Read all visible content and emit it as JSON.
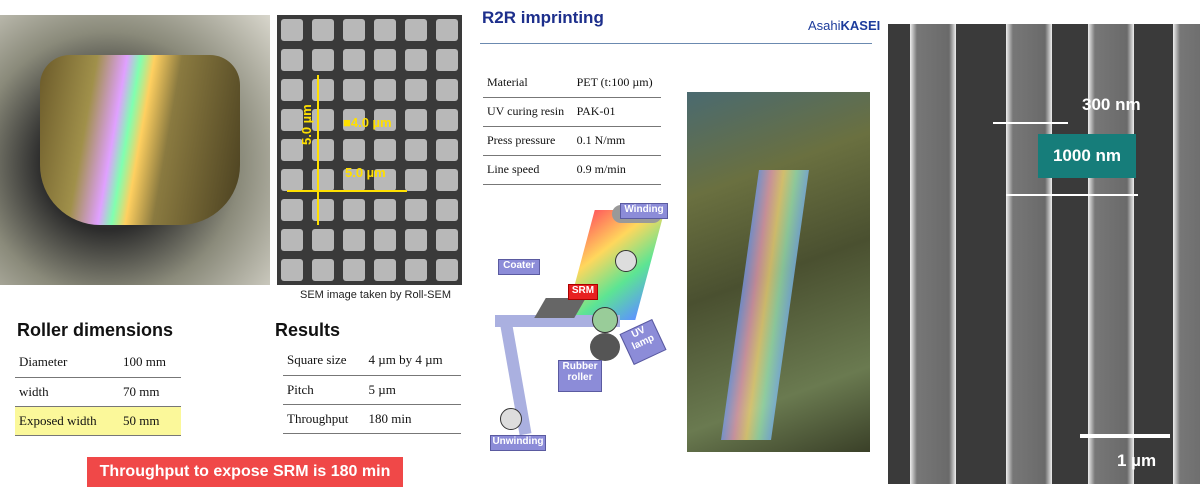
{
  "sem_panel": {
    "label_vertical": "5.0 µm",
    "label_square": "■4.0 µm",
    "label_horizontal": "5.0 µm",
    "caption": "SEM image taken by Roll-SEM"
  },
  "roller_dimensions": {
    "title": "Roller dimensions",
    "rows": [
      {
        "label": "Diameter",
        "value": "100 mm"
      },
      {
        "label": "width",
        "value": "70 mm"
      },
      {
        "label": "Exposed width",
        "value": "50 mm"
      }
    ]
  },
  "results": {
    "title": "Results",
    "rows": [
      {
        "label": "Square size",
        "value": "4 µm by 4 µm"
      },
      {
        "label": "Pitch",
        "value": "5 µm"
      },
      {
        "label": "Throughput",
        "value": "180 min"
      }
    ]
  },
  "banner": "Throughput to expose SRM is 180 min",
  "r2r": {
    "title": "R2R imprinting",
    "logo_a": "Asahi",
    "logo_b": "KASEI",
    "rows": [
      {
        "label": "Material",
        "value": "PET (t:100 µm)"
      },
      {
        "label": "UV curing resin",
        "value": "PAK-01"
      },
      {
        "label": "Press pressure",
        "value": "0.1  N/mm"
      },
      {
        "label": "Line speed",
        "value": "0.9 m/min"
      }
    ],
    "diagram": {
      "winding": "Winding",
      "coater": "Coater",
      "srm": "SRM",
      "uv": "UV lamp",
      "rubber": "Rubber roller",
      "unwinding": "Unwinding"
    }
  },
  "sem_lines": {
    "gap": "300 nm",
    "pitch": "1000 nm",
    "scale": "1 µm"
  },
  "colors": {
    "banner": "#f04848",
    "title_blue": "#1d2f8c",
    "tag_teal": "#167d7a",
    "highlight": "#fbf89a"
  }
}
